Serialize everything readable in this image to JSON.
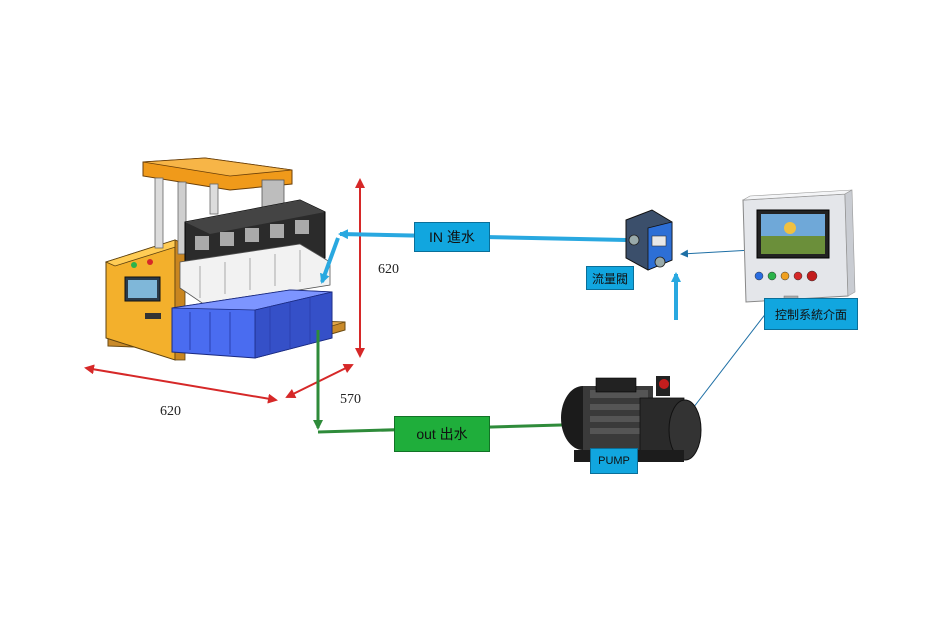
{
  "labels": {
    "in_label": "IN 進水",
    "out_label": "out 出水",
    "flow_valve": "流量閥",
    "control_interface": "控制系統介面",
    "pump": "PUMP"
  },
  "dimensions": {
    "height": "620",
    "width": "620",
    "depth": "570"
  },
  "colors": {
    "in_flow": "#29a8e0",
    "out_flow": "#2e8b3a",
    "dimension_arrow": "#d62828",
    "control_line": "#1e6fa5",
    "machine_frame": "#f5a623",
    "tank": "#4a6cf0"
  }
}
